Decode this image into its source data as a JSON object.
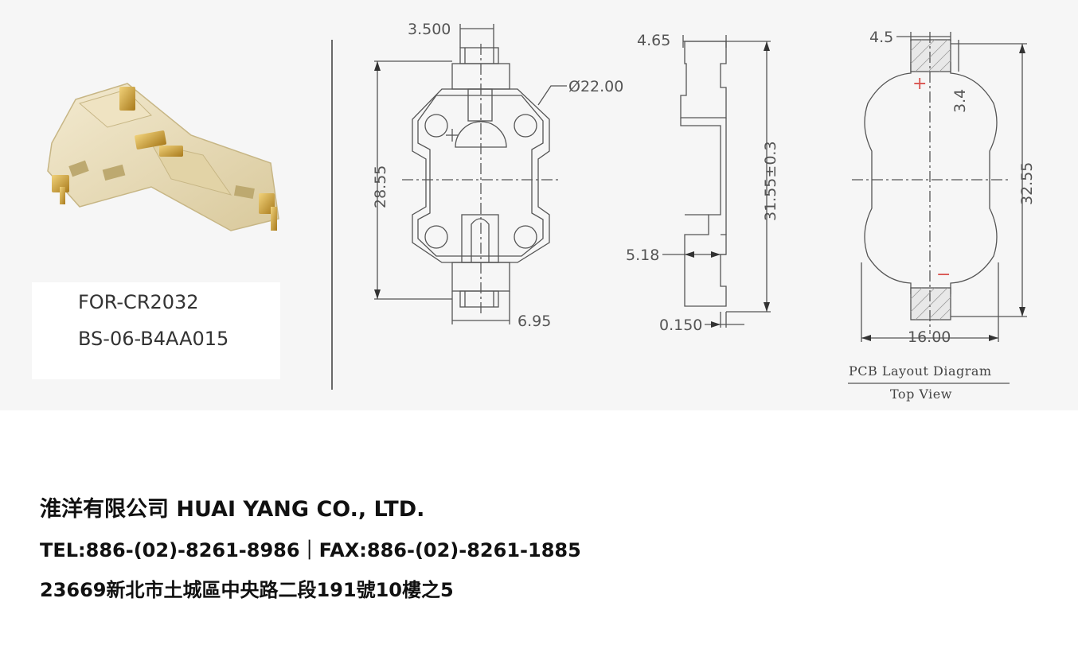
{
  "product": {
    "compatible_battery": "FOR-CR2032",
    "model_number": "BS-06-B4AA015"
  },
  "drawing": {
    "front": {
      "tab_width": "3.500",
      "diameter": "Ø22.00",
      "overall_length": "28.55",
      "bottom_tab_width": "6.95"
    },
    "side": {
      "top_width": "4.65",
      "height": "31.55±0.3",
      "mid_width": "5.18",
      "thickness": "0.150"
    },
    "pcb": {
      "pad_width": "4.5",
      "pad_height": "3.4",
      "pad_span": "32.55",
      "width": "16.00",
      "plus_sign": "+",
      "minus_sign": "−",
      "title": "PCB Layout Diagram",
      "subtitle": "Top View"
    }
  },
  "company": {
    "name": "淮洋有限公司 HUAI YANG CO., LTD.",
    "contact": "TEL:886-(02)-8261-8986｜FAX:886-(02)-8261-1885",
    "address": "23669新北市土城區中央路二段191號10樓之5"
  },
  "colors": {
    "holder_body": "#e9ddb8",
    "gold_contact": "#c99a2e",
    "drawing_line": "#555555",
    "plus_red": "#d9534f"
  }
}
